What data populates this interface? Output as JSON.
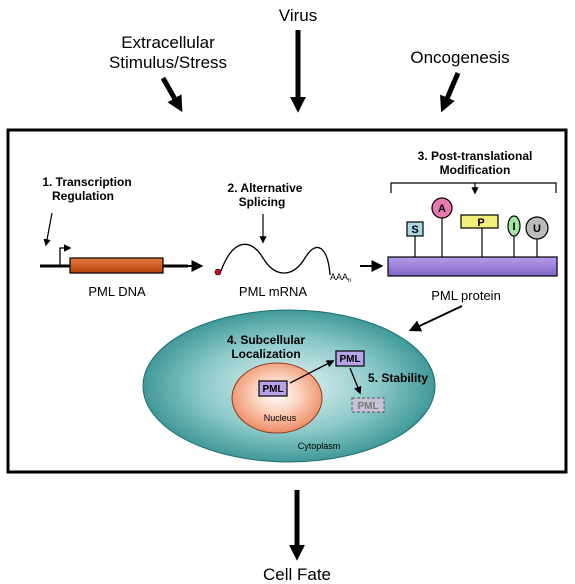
{
  "inputs": {
    "stress_line1": "Extracellular",
    "stress_line2": "Stimulus/Stress",
    "virus": "Virus",
    "oncogenesis": "Oncogenesis"
  },
  "steps": {
    "transcription_line1": "1. Transcription",
    "transcription_line2": "Regulation",
    "splicing_line1": "2. Alternative",
    "splicing_line2": "Splicing",
    "ptm_line1": "3. Post-translational",
    "ptm_line2": "Modification",
    "localization_line1": "4. Subcellular",
    "localization_line2": "Localization",
    "stability": "5. Stability"
  },
  "molecules": {
    "dna": "PML DNA",
    "mrna": "PML mRNA",
    "polya": "AAA",
    "polya_sub": "n",
    "protein": "PML protein"
  },
  "modifications": {
    "s": "S",
    "a": "A",
    "p": "P",
    "i": "I",
    "u": "U"
  },
  "cell": {
    "pml_nucleus": "PML",
    "pml_cytoplasm": "PML",
    "pml_degraded": "PML",
    "nucleus": "Nucleus",
    "cytoplasm": "Cytoplasm"
  },
  "output": {
    "cell_fate": "Cell Fate"
  },
  "colors": {
    "dna_bar": "#D2541C",
    "protein_bar": "#9C7FD6",
    "cell_outer": "#2E8C8C",
    "nucleus": "#F2A07E",
    "pml_box": "#B9A3E8",
    "sumo": "#ACD9E6",
    "acetyl": "#E878B0",
    "phospho": "#F0F07A",
    "isg": "#A6E6A0",
    "ubiquitin": "#BBBBBB",
    "cap": "#C0101A"
  }
}
